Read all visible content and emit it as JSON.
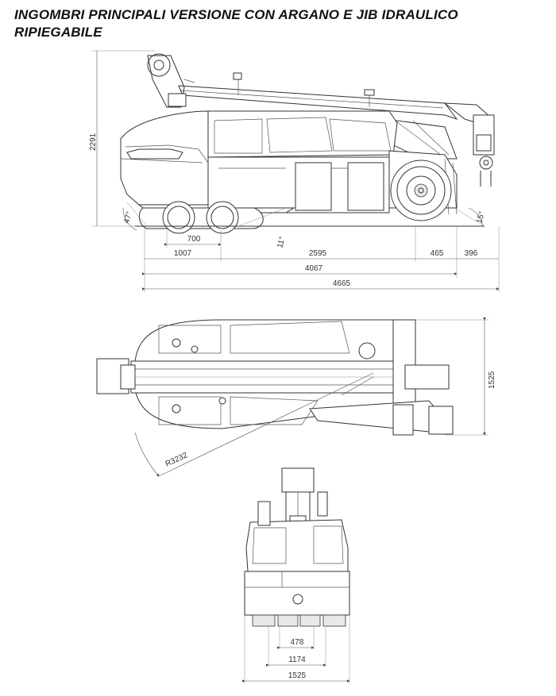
{
  "title": {
    "line1": "INGOMBRI PRINCIPALI VERSIONE CON ARGANO E JIB IDRAULICO",
    "line2": "RIPIEGABILE"
  },
  "side_view": {
    "height": "2291",
    "angle_front": "47°",
    "angle_bottom": "11°",
    "angle_rear": "15°",
    "track_len": "700",
    "dim_1007": "1007",
    "dim_2595": "2595",
    "dim_465": "465",
    "dim_396": "396",
    "dim_4067": "4067",
    "dim_4665": "4665"
  },
  "top_view": {
    "width": "1525",
    "radius": "R3232"
  },
  "front_view": {
    "dim_478": "478",
    "dim_1174": "1174",
    "dim_1525": "1525"
  }
}
